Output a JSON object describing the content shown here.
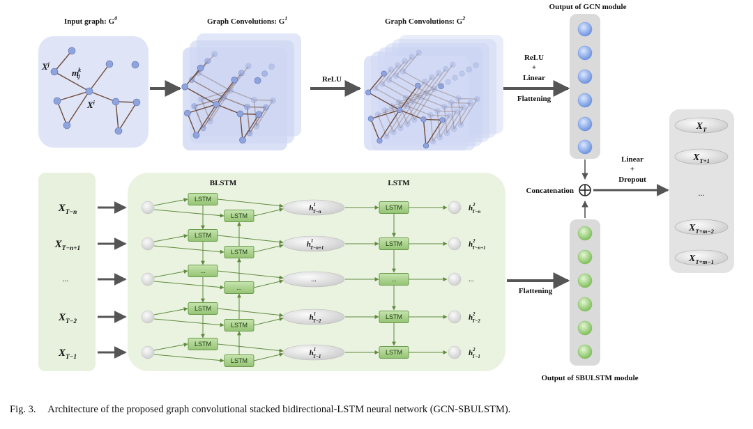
{
  "labels": {
    "input_graph": "Input graph: G",
    "input_graph_sup": "0",
    "gc1": "Graph Convolutions: G",
    "gc1_sup": "1",
    "gc2": "Graph Convolutions: G",
    "gc2_sup": "2",
    "relu": "ReLU",
    "relu_plus_linear": [
      "ReLU",
      "+",
      "Linear"
    ],
    "flattening_top": "Flattening",
    "flattening_bottom": "Flattening",
    "gcn_output": "Output of GCN module",
    "sbulstm_output": "Output of SBULSTM module",
    "concatenation": "Concatenation",
    "linear_dropout": [
      "Linear",
      "+",
      "Dropout"
    ],
    "blstm": "BLSTM",
    "lstm": "LSTM",
    "ellipsis": "...",
    "cell": "LSTM"
  },
  "graph_math": {
    "xj": "X",
    "xj_sup": "j",
    "mij": "m",
    "mij_sup": "k",
    "mij_sub": "ij",
    "xi": "X",
    "xi_sup": "i"
  },
  "inputs": [
    {
      "base": "X",
      "sub": "T−n"
    },
    {
      "base": "X",
      "sub": "T−n+1"
    },
    {
      "base": "...",
      "sub": ""
    },
    {
      "base": "X",
      "sub": "T−2"
    },
    {
      "base": "X",
      "sub": "T−1"
    }
  ],
  "hidden1": [
    {
      "base": "h",
      "sup": "1",
      "sub": "T−n"
    },
    {
      "base": "h",
      "sup": "1",
      "sub": "T−n+1"
    },
    {
      "base": "...",
      "sup": "",
      "sub": ""
    },
    {
      "base": "h",
      "sup": "1",
      "sub": "T−2"
    },
    {
      "base": "h",
      "sup": "1",
      "sub": "T−1"
    }
  ],
  "hidden2": [
    {
      "base": "h",
      "sup": "2",
      "sub": "T−n"
    },
    {
      "base": "h",
      "sup": "2",
      "sub": "T−n+1"
    },
    {
      "base": "...",
      "sup": "",
      "sub": ""
    },
    {
      "base": "h",
      "sup": "2",
      "sub": "T−2"
    },
    {
      "base": "h",
      "sup": "2",
      "sub": "T−1"
    }
  ],
  "outputs": [
    {
      "base": "X",
      "sub": "T"
    },
    {
      "base": "X",
      "sub": "T+1"
    },
    {
      "base": "...",
      "sub": ""
    },
    {
      "base": "X",
      "sub": "T+m−2"
    },
    {
      "base": "X",
      "sub": "T+m−1"
    }
  ],
  "caption": {
    "fig_no": "Fig. 3.",
    "text": "Architecture of the proposed graph convolutional stacked bidirectional-LSTM neural network (GCN-SBULSTM)."
  },
  "colors": {
    "graph_panel": "#dfe5f7",
    "graph_node": "#8fa3dc",
    "graph_edge": "#6e4b3a",
    "green_panel": "#eaf3e0",
    "lstm_cell": "#a9d08e",
    "lstm_cell_border": "#6a9a4c",
    "gray_node": "#dcdcdc",
    "column": "#dadada",
    "blue_node": "#8fb3ec",
    "green_node": "#a9d88a",
    "arrow": "#555555"
  }
}
